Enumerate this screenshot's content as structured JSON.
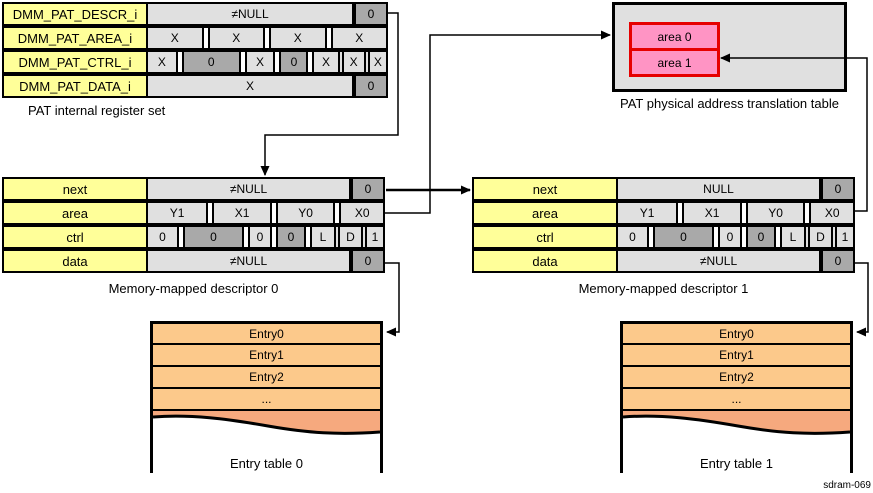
{
  "register_set": {
    "caption": "PAT internal register set",
    "rows": {
      "descr": {
        "label": "DMM_PAT_DESCR_i",
        "value": "≠NULL",
        "flag": "0"
      },
      "area": {
        "label": "DMM_PAT_AREA_i",
        "cells": [
          "X",
          "X",
          "X",
          "X"
        ]
      },
      "ctrl": {
        "label": "DMM_PAT_CTRL_i",
        "cells": [
          "X",
          "0",
          "X",
          "0",
          "X",
          "X",
          "X"
        ]
      },
      "data": {
        "label": "DMM_PAT_DATA_i",
        "value": "X",
        "flag": "0"
      }
    }
  },
  "pat_table": {
    "caption": "PAT physical address translation table",
    "areas": [
      "area 0",
      "area 1"
    ]
  },
  "descriptor0": {
    "caption": "Memory-mapped descriptor 0",
    "rows": {
      "next": {
        "label": "next",
        "value": "≠NULL",
        "flag": "0"
      },
      "area": {
        "label": "area",
        "cells": [
          "Y1",
          "X1",
          "Y0",
          "X0"
        ]
      },
      "ctrl": {
        "label": "ctrl",
        "cells": [
          "0",
          "0",
          "0",
          "0",
          "L",
          "D",
          "1"
        ]
      },
      "data": {
        "label": "data",
        "value": "≠NULL",
        "flag": "0"
      }
    }
  },
  "descriptor1": {
    "caption": "Memory-mapped descriptor 1",
    "rows": {
      "next": {
        "label": "next",
        "value": "NULL",
        "flag": "0"
      },
      "area": {
        "label": "area",
        "cells": [
          "Y1",
          "X1",
          "Y0",
          "X0"
        ]
      },
      "ctrl": {
        "label": "ctrl",
        "cells": [
          "0",
          "0",
          "0",
          "0",
          "L",
          "D",
          "1"
        ]
      },
      "data": {
        "label": "data",
        "value": "≠NULL",
        "flag": "0"
      }
    }
  },
  "entry_table0": {
    "caption": "Entry table 0",
    "entries": [
      "Entry0",
      "Entry1",
      "Entry2",
      "..."
    ]
  },
  "entry_table1": {
    "caption": "Entry table 1",
    "entries": [
      "Entry0",
      "Entry1",
      "Entry2",
      "..."
    ]
  },
  "figure_label": "sdram-069",
  "colors": {
    "label_yellow": "#ffff99",
    "cell_gray": "#e0e0e0",
    "cell_dark_gray": "#a9a9a9",
    "pat_area_pink": "#ff94c4",
    "pat_area_red_border": "#e60000",
    "entry_orange": "#fcc98b",
    "torn_salmon": "#f6a97e",
    "line_black": "#000000"
  }
}
